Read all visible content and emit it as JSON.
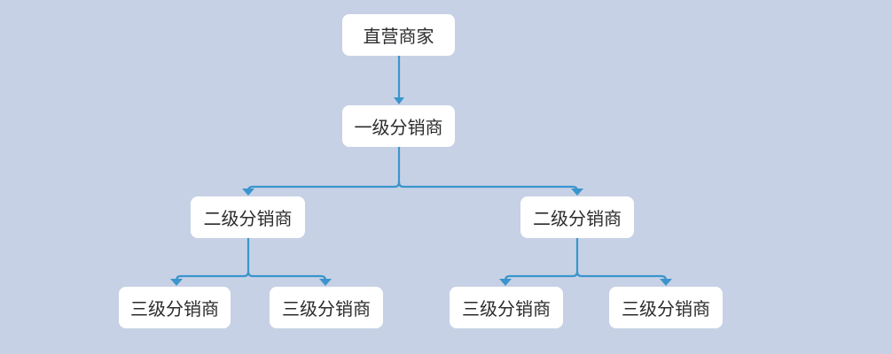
{
  "diagram": {
    "root": {
      "label": "直营商家"
    },
    "level1": {
      "label": "一级分销商"
    },
    "level2": [
      {
        "label": "二级分销商"
      },
      {
        "label": "二级分销商"
      }
    ],
    "level3": [
      {
        "label": "三级分销商"
      },
      {
        "label": "三级分销商"
      },
      {
        "label": "三级分销商"
      },
      {
        "label": "三级分销商"
      }
    ]
  },
  "colors": {
    "background": "#c7d1e5",
    "node_fill": "#ffffff",
    "connector": "#3a95cc",
    "text": "#2b2b2b"
  }
}
